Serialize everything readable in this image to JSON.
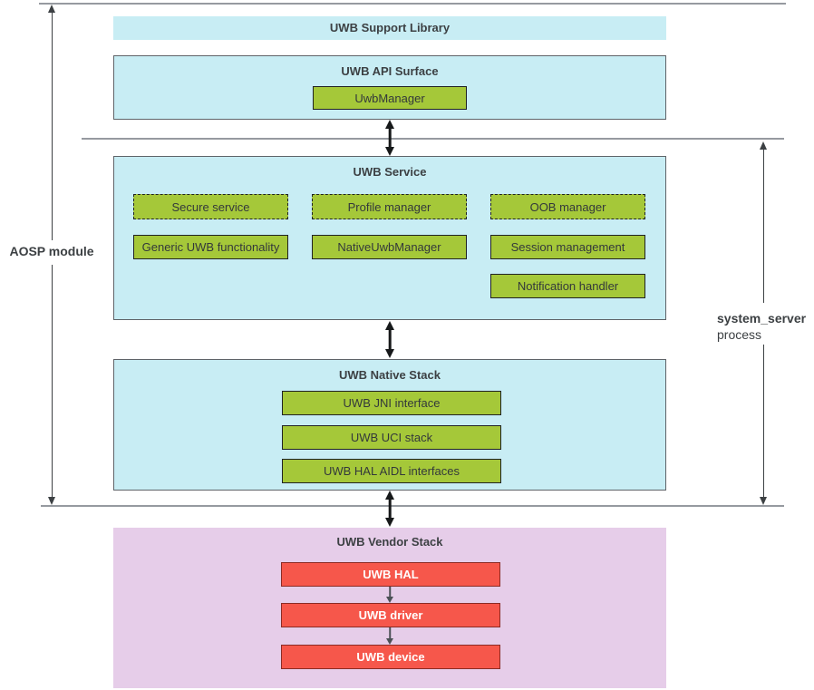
{
  "colors": {
    "cyan_fill": "#C8EDF4",
    "green_fill": "#A5C839",
    "red_fill": "#F6574B",
    "lavender_fill": "#E6CDE9",
    "line_gray": "#969AA0",
    "text_dark": "#3C4043"
  },
  "side_labels": {
    "left": "AOSP module",
    "right_line1": "system_server",
    "right_line2": "process"
  },
  "support_library": {
    "title": "UWB Support Library"
  },
  "api_surface": {
    "title": "UWB API Surface",
    "manager": "UwbManager"
  },
  "service": {
    "title": "UWB Service",
    "dashed": [
      "Secure service",
      "Profile manager",
      "OOB manager"
    ],
    "solid": [
      "Generic UWB functionality",
      "NativeUwbManager",
      "Session management",
      "Notification handler"
    ]
  },
  "native_stack": {
    "title": "UWB Native Stack",
    "items": [
      "UWB JNI interface",
      "UWB UCI stack",
      "UWB HAL AIDL interfaces"
    ]
  },
  "vendor_stack": {
    "title": "UWB Vendor Stack",
    "items": [
      "UWB HAL",
      "UWB driver",
      "UWB device"
    ]
  }
}
